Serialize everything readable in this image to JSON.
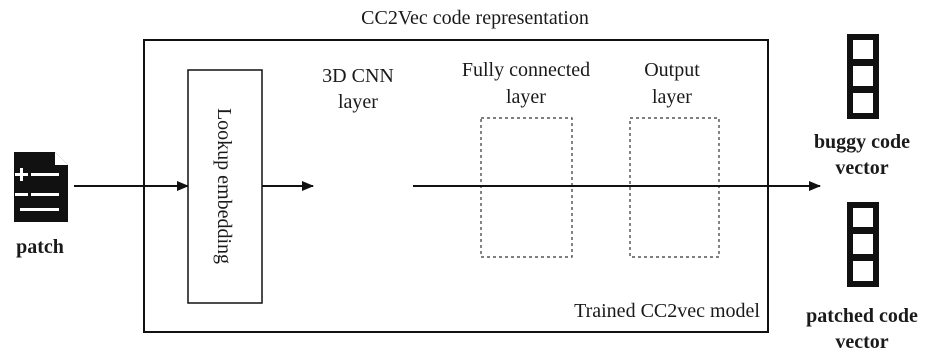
{
  "diagram": {
    "title": "CC2Vec code representation",
    "input": {
      "label": "patch",
      "icon": "patch-file-icon"
    },
    "lookup": {
      "label": "Lookup embedding"
    },
    "cnn": {
      "line1": "3D CNN",
      "line2": "layer"
    },
    "fc": {
      "line1": "Fully connected",
      "line2": "layer"
    },
    "output": {
      "line1": "Output",
      "line2": "layer"
    },
    "model_label": "Trained CC2vec model",
    "buggy": {
      "line1": "buggy code",
      "line2": "vector",
      "icon": "vector-stack-icon"
    },
    "patched": {
      "line1": "patched code",
      "line2": "vector",
      "icon": "vector-stack-icon"
    }
  }
}
